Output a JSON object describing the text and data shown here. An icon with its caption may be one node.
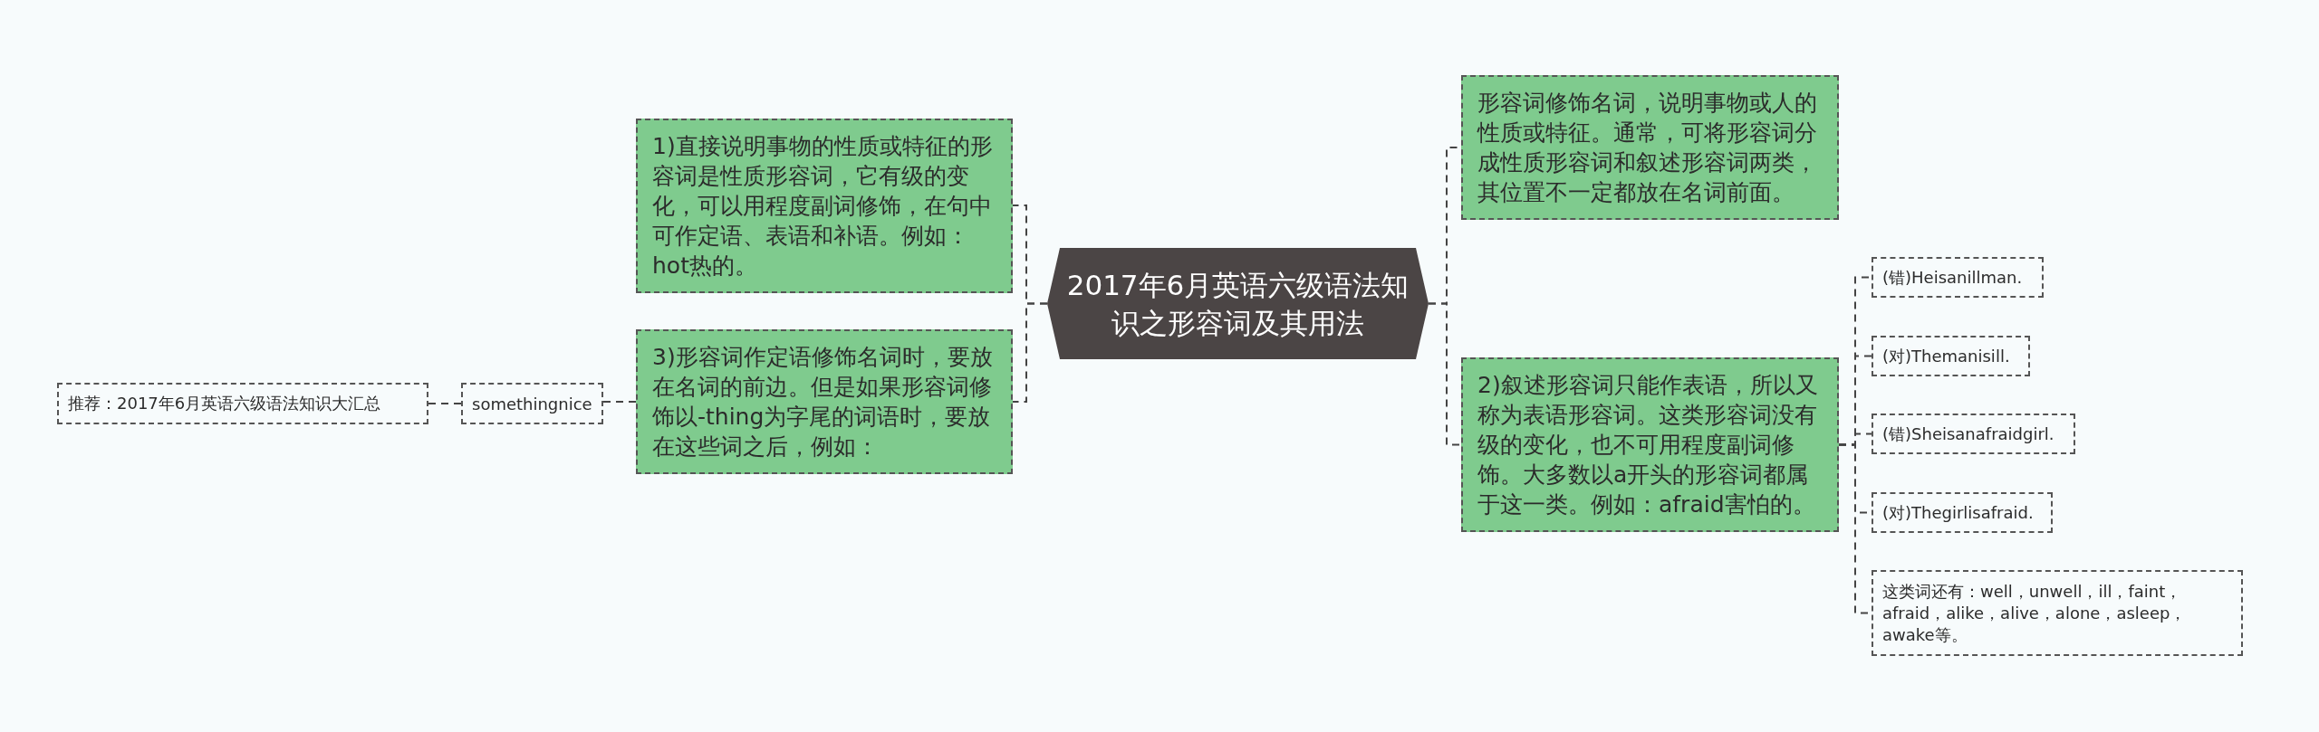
{
  "diagram": {
    "nodes": [
      {
        "text": [
          "2017年6月英语六级语法知识之形容词及其用法"
        ]
      },
      {
        "text": [
          "1)直接说明事物的性质或特征的形容词是性质形容词，它有级的变化，可以用程度副词修饰，在句中可作定语、表语和补语。例如：hot热的。"
        ]
      },
      {
        "text": [
          "3)形容词作定语修饰名词时，要放在名词的前边。但是如果形容词修饰以-thing为字尾的词语时，要放在这些词之后，例如："
        ]
      },
      {
        "text": [
          "somethingnice"
        ]
      },
      {
        "text": [
          "推荐：2017年6月英语六级语法知识大汇总"
        ]
      },
      {
        "text": [
          "形容词修饰名词，说明事物或人的性质或特征。通常，可将形容词分成性质形容词和叙述形容词两类，其位置不一定都放在名词前面。"
        ]
      },
      {
        "text": [
          "2)叙述形容词只能作表语，所以又称为表语形容词。这类形容词没有级的变化，也不可用程度副词修饰。大多数以a开头的形容词都属于这一类。例如：afraid害怕的。"
        ]
      },
      {
        "text": [
          "(错)Heisanillman."
        ]
      },
      {
        "text": [
          "(对)Themanisill."
        ]
      },
      {
        "text": [
          "(错)Sheisanafraidgirl."
        ]
      },
      {
        "text": [
          "(对)Thegirlisafraid."
        ]
      },
      {
        "text": [
          "这类词还有：well，unwell，ill，faint，afraid，alike，alive，alone，asleep，awake等。"
        ]
      }
    ],
    "edges": [
      {
        "from": 0,
        "to": 1,
        "arrow": "none",
        "style": "dashed"
      },
      {
        "from": 0,
        "to": 2,
        "arrow": "none",
        "style": "dashed"
      },
      {
        "from": 2,
        "to": 3,
        "arrow": "none",
        "style": "dashed"
      },
      {
        "from": 3,
        "to": 4,
        "arrow": "none",
        "style": "dashed"
      },
      {
        "from": 0,
        "to": 5,
        "arrow": "none",
        "style": "dashed"
      },
      {
        "from": 0,
        "to": 6,
        "arrow": "none",
        "style": "dashed"
      },
      {
        "from": 6,
        "to": 7,
        "arrow": "none",
        "style": "dashed"
      },
      {
        "from": 6,
        "to": 8,
        "arrow": "none",
        "style": "dashed"
      },
      {
        "from": 6,
        "to": 9,
        "arrow": "none",
        "style": "dashed"
      },
      {
        "from": 6,
        "to": 10,
        "arrow": "none",
        "style": "dashed"
      },
      {
        "from": 6,
        "to": 11,
        "arrow": "none",
        "style": "dashed"
      }
    ]
  }
}
